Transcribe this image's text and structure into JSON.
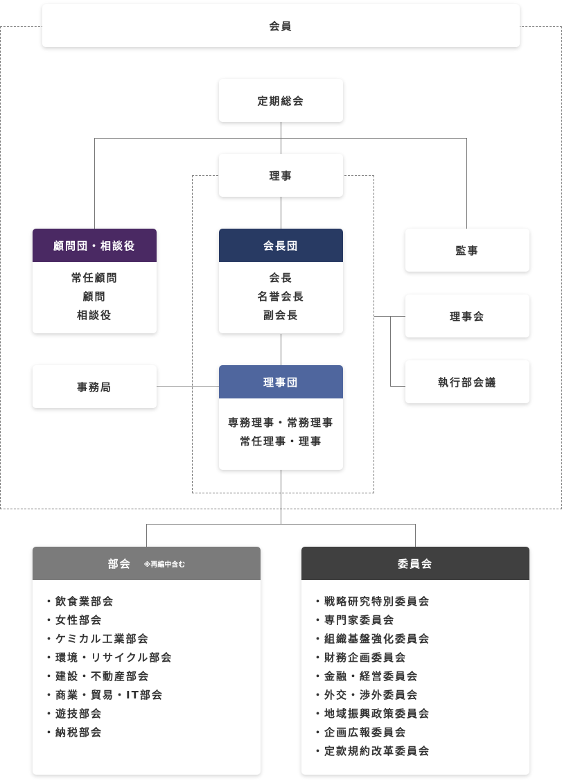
{
  "nodes": {
    "members": "会員",
    "general_meeting": "定期総会",
    "directors": "理事",
    "advisors": {
      "title": "顧問団・相談役",
      "items": [
        "常任顧問",
        "顧問",
        "相談役"
      ],
      "color": "#4a2963"
    },
    "president_group": {
      "title": "会長団",
      "items": [
        "会長",
        "名誉会長",
        "副会長"
      ],
      "color": "#283a63"
    },
    "auditor": "監事",
    "board_meeting": "理事会",
    "executive_meeting": "執行部会議",
    "secretariat": "事務局",
    "board_group": {
      "title": "理事団",
      "items": [
        "専務理事・常務理事",
        "常任理事・理事"
      ],
      "color": "#4f669e"
    },
    "divisions": {
      "title": "部会",
      "note": "※再編中含む",
      "color": "#7b7b7b",
      "items": [
        "・飲食業部会",
        "・女性部会",
        "・ケミカル工業部会",
        "・環境・リサイクル部会",
        "・建設・不動産部会",
        "・商業・貿易・IT部会",
        "・遊技部会",
        "・納税部会"
      ]
    },
    "committees": {
      "title": "委員会",
      "color": "#404040",
      "items": [
        "・戦略研究特別委員会",
        "・専門家委員会",
        "・組織基盤強化委員会",
        "・財務企画委員会",
        "・金融・経営委員会",
        "・外交・渉外委員会",
        "・地域振興政策委員会",
        "・企画広報委員会",
        "・定款規約改革委員会"
      ]
    }
  }
}
